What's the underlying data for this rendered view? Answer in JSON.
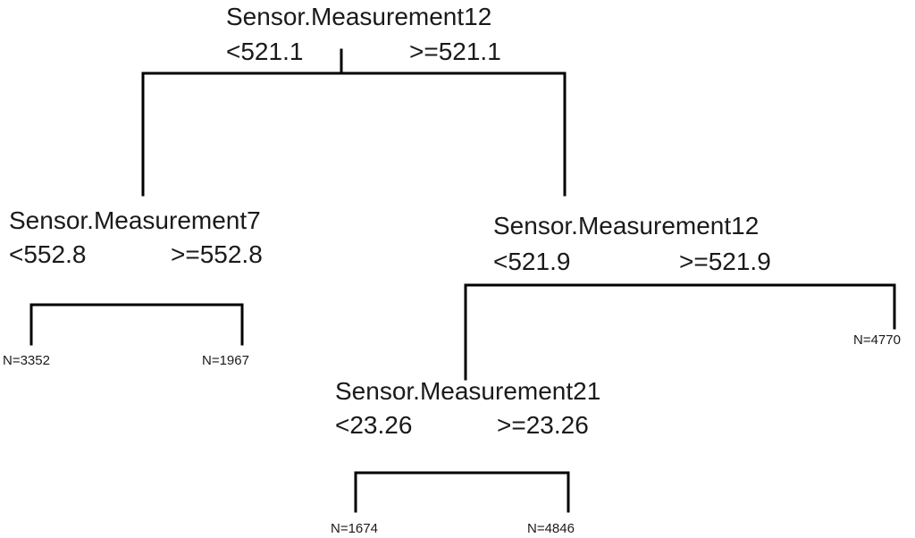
{
  "tree": {
    "root": {
      "variable": "Sensor.Measurement12",
      "left_condition": "<521.1",
      "right_condition": ">=521.1"
    },
    "node_left": {
      "variable": "Sensor.Measurement7",
      "left_condition": "<552.8",
      "right_condition": ">=552.8"
    },
    "node_right": {
      "variable": "Sensor.Measurement12",
      "left_condition": "<521.9",
      "right_condition": ">=521.9"
    },
    "node_deep": {
      "variable": "Sensor.Measurement21",
      "left_condition": "<23.26",
      "right_condition": ">=23.26"
    },
    "leaves": {
      "leaf_1": "N=3352",
      "leaf_2": "N=1967",
      "leaf_3": "N=4770",
      "leaf_4": "N=1674",
      "leaf_5": "N=4846"
    }
  }
}
